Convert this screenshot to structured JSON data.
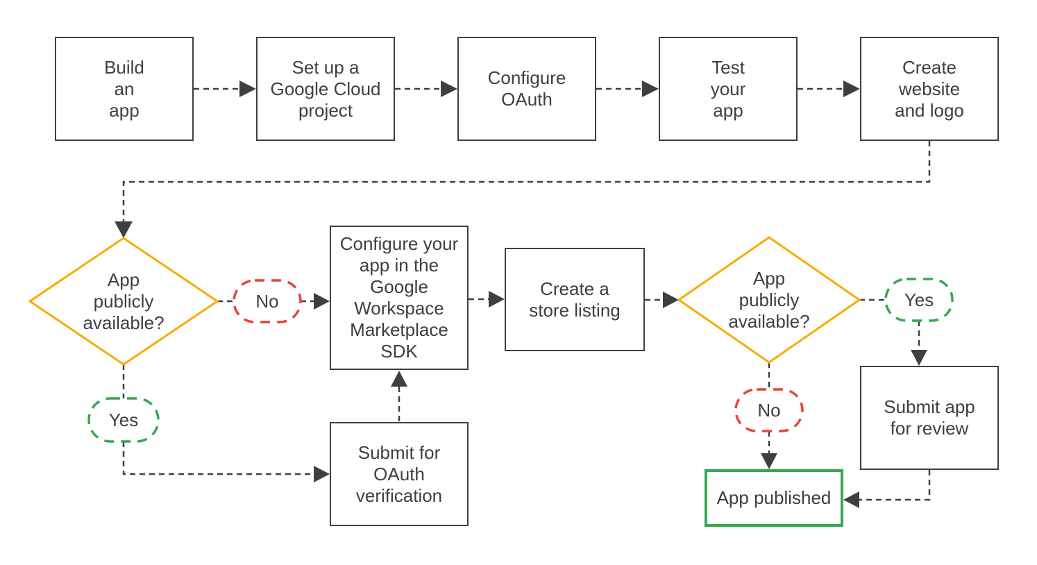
{
  "colors": {
    "line": "#3c4043",
    "text": "#3c4043",
    "box_border": "#3c4043",
    "decision_border": "#f9ab00",
    "yes_border": "#34a853",
    "no_border": "#ea4335",
    "published_border": "#34a853",
    "background": "#ffffff"
  },
  "steps": {
    "build_app": "Build\nan\napp",
    "setup_project": "Set up a\nGoogle Cloud\nproject",
    "configure_oauth": "Configure\nOAuth",
    "test_app": "Test\nyour\napp",
    "create_website": "Create\nwebsite\nand logo",
    "configure_sdk": "Configure your\napp in the\nGoogle\nWorkspace\nMarketplace\nSDK",
    "create_listing": "Create a\nstore listing",
    "submit_oauth": "Submit for\nOAuth\nverification",
    "submit_review": "Submit app\nfor review",
    "app_published": "App published"
  },
  "decisions": {
    "left": "App\npublicly\navailable?",
    "right": "App\npublicly\navailable?"
  },
  "branch_labels": {
    "left_no": "No",
    "left_yes": "Yes",
    "right_yes": "Yes",
    "right_no": "No"
  }
}
